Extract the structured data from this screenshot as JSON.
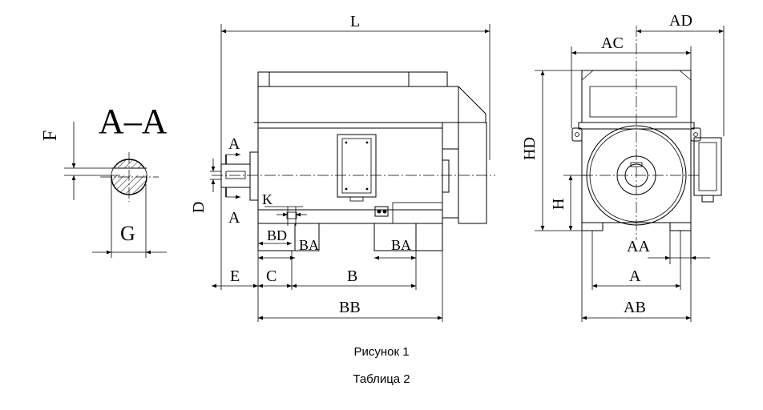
{
  "section_label": "A–A",
  "dims": {
    "F": "F",
    "G": "G",
    "L": "L",
    "A_top": "A",
    "A_bottom": "A",
    "D": "D",
    "K": "K",
    "BD": "BD",
    "BA_left": "BA",
    "BA_right": "BA",
    "E": "E",
    "C": "C",
    "B": "B",
    "BB": "BB",
    "AD": "AD",
    "AC": "AC",
    "HD": "HD",
    "H": "H",
    "AA": "AA",
    "A_end": "A",
    "AB": "AB"
  },
  "captions": {
    "figure": "Рисунок 1",
    "table": "Таблица 2"
  }
}
